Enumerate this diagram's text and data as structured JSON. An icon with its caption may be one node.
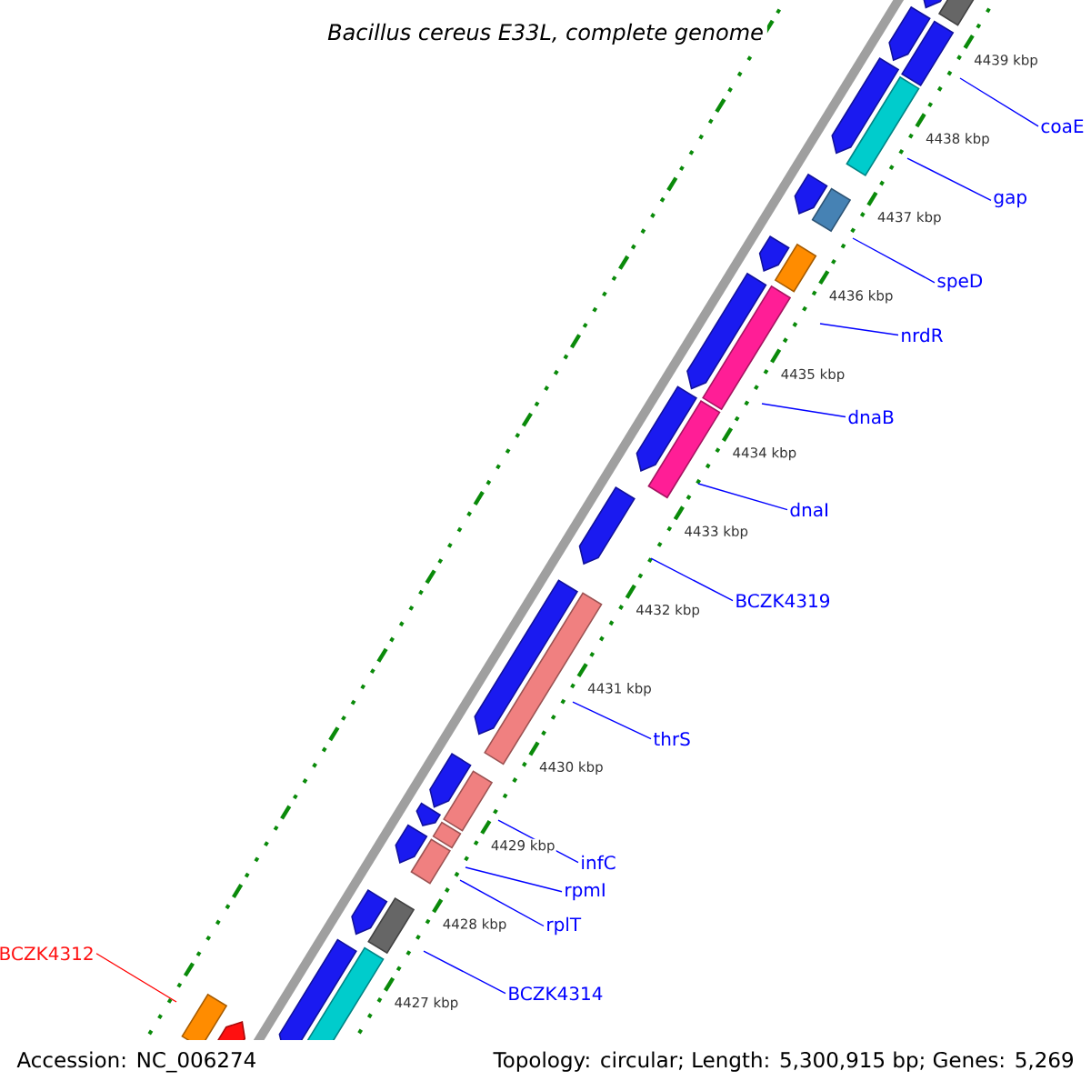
{
  "diagram": {
    "title": "Bacillus cereus E33L, complete genome",
    "nodes": [
      {
        "text": [
          "coaE"
        ]
      },
      {
        "text": [
          "gap"
        ]
      },
      {
        "text": [
          "speD"
        ]
      },
      {
        "text": [
          "nrdR"
        ]
      },
      {
        "text": [
          "dnaB"
        ]
      },
      {
        "text": [
          "dnaI"
        ]
      },
      {
        "text": [
          "BCZK4319"
        ]
      },
      {
        "text": [
          "thrS"
        ]
      },
      {
        "text": [
          "infC"
        ]
      },
      {
        "text": [
          "rpmI"
        ]
      },
      {
        "text": [
          "rplT"
        ]
      },
      {
        "text": [
          "BCZK4314"
        ]
      },
      {
        "text": [
          "BCZK4312"
        ]
      }
    ],
    "edges": [
      {
        "from": 0,
        "to": null,
        "arrow": "none"
      },
      {
        "from": 1,
        "to": null,
        "arrow": "none"
      },
      {
        "from": 2,
        "to": null,
        "arrow": "none"
      },
      {
        "from": 3,
        "to": null,
        "arrow": "none"
      },
      {
        "from": 4,
        "to": null,
        "arrow": "none"
      },
      {
        "from": 5,
        "to": null,
        "arrow": "none"
      },
      {
        "from": 6,
        "to": null,
        "arrow": "none"
      },
      {
        "from": 7,
        "to": null,
        "arrow": "none"
      },
      {
        "from": 8,
        "to": null,
        "arrow": "none"
      },
      {
        "from": 9,
        "to": null,
        "arrow": "none"
      },
      {
        "from": 10,
        "to": null,
        "arrow": "none"
      },
      {
        "from": 11,
        "to": null,
        "arrow": "none"
      },
      {
        "from": 12,
        "to": null,
        "arrow": "none",
        "color": "#ff0000"
      }
    ],
    "labels": [
      "4439 kbp",
      "4438 kbp",
      "4437 kbp",
      "4436 kbp",
      "4435 kbp",
      "4434 kbp",
      "4433 kbp",
      "4432 kbp",
      "4431 kbp",
      "4430 kbp",
      "4429 kbp",
      "4428 kbp",
      "4427 kbp",
      "Accession: NC_006274",
      "Topology: circular; Length: 5,300,915 bp; Genes: 5,269"
    ]
  }
}
